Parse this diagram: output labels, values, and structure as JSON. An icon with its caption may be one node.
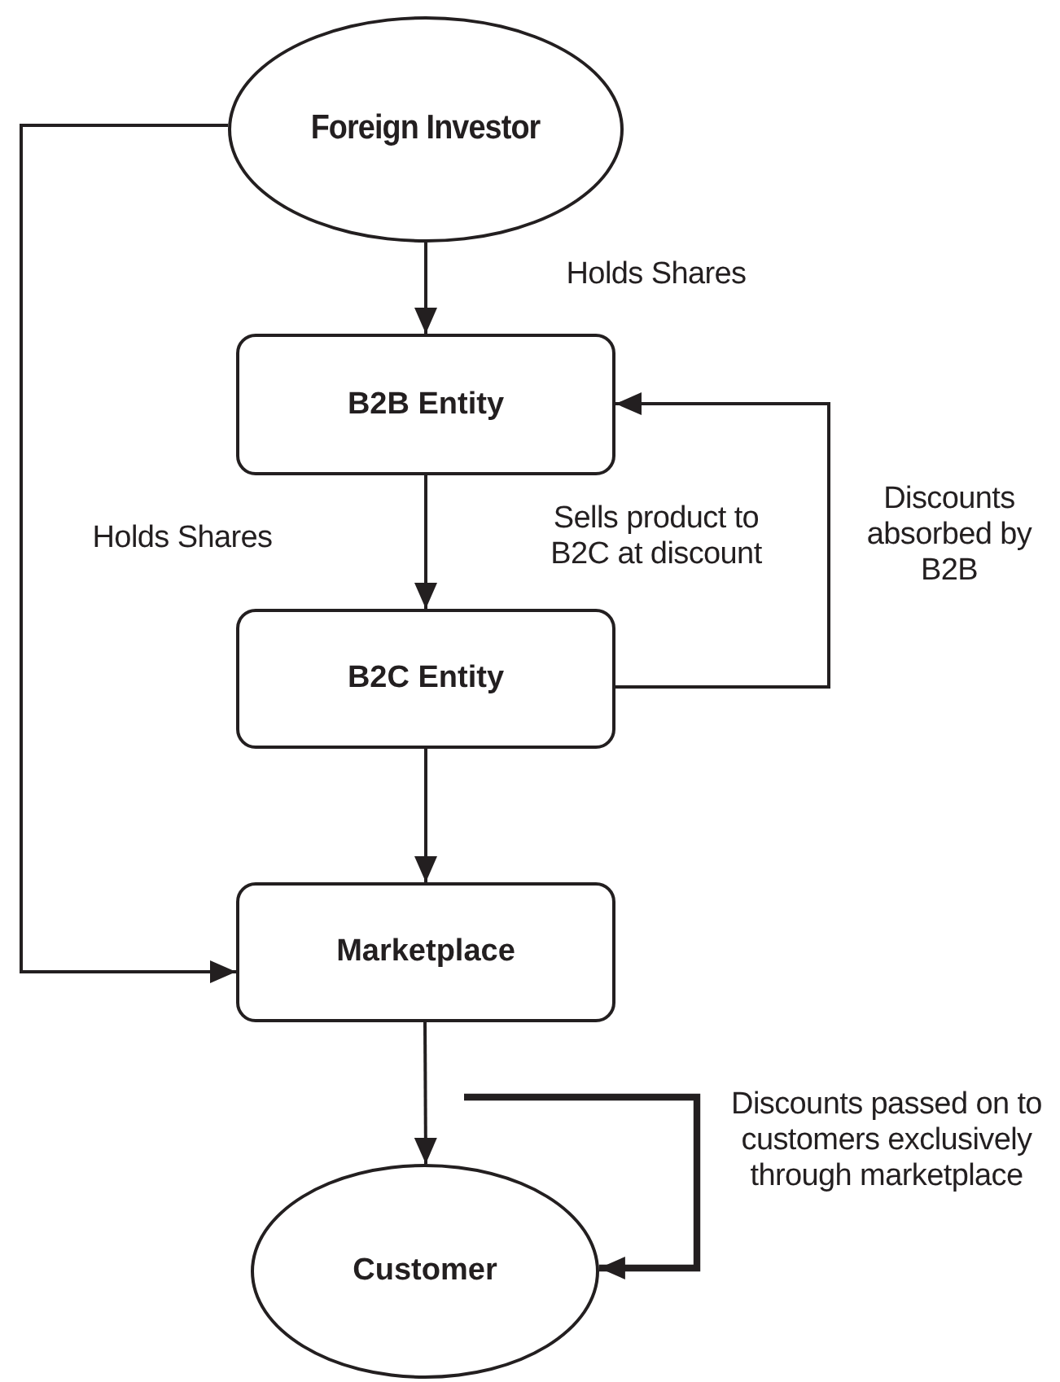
{
  "diagram": {
    "nodes": [
      {
        "text": [
          "Foreign Investor"
        ]
      },
      {
        "text": [
          "B2B Entity"
        ]
      },
      {
        "text": [
          "B2C Entity"
        ]
      },
      {
        "text": [
          "Marketplace"
        ]
      },
      {
        "text": [
          "Customer"
        ]
      }
    ],
    "edges": [
      {
        "from": 0,
        "to": 1,
        "arrow": "to",
        "label": "Holds Shares"
      },
      {
        "from": 1,
        "to": 2,
        "arrow": "to",
        "label": "Sells product to B2C at discount"
      },
      {
        "from": 2,
        "to": 1,
        "arrow": "to",
        "label": "Discounts absorbed by B2B"
      },
      {
        "from": 0,
        "to": 3,
        "arrow": "to",
        "label": "Holds Shares"
      },
      {
        "from": 2,
        "to": 3,
        "arrow": "to"
      },
      {
        "from": 3,
        "to": 4,
        "arrow": "to"
      },
      {
        "from": null,
        "to": 4,
        "arrow": "to",
        "label": "Discounts passed on to customers exclusively through marketplace",
        "style": "thick"
      }
    ]
  }
}
